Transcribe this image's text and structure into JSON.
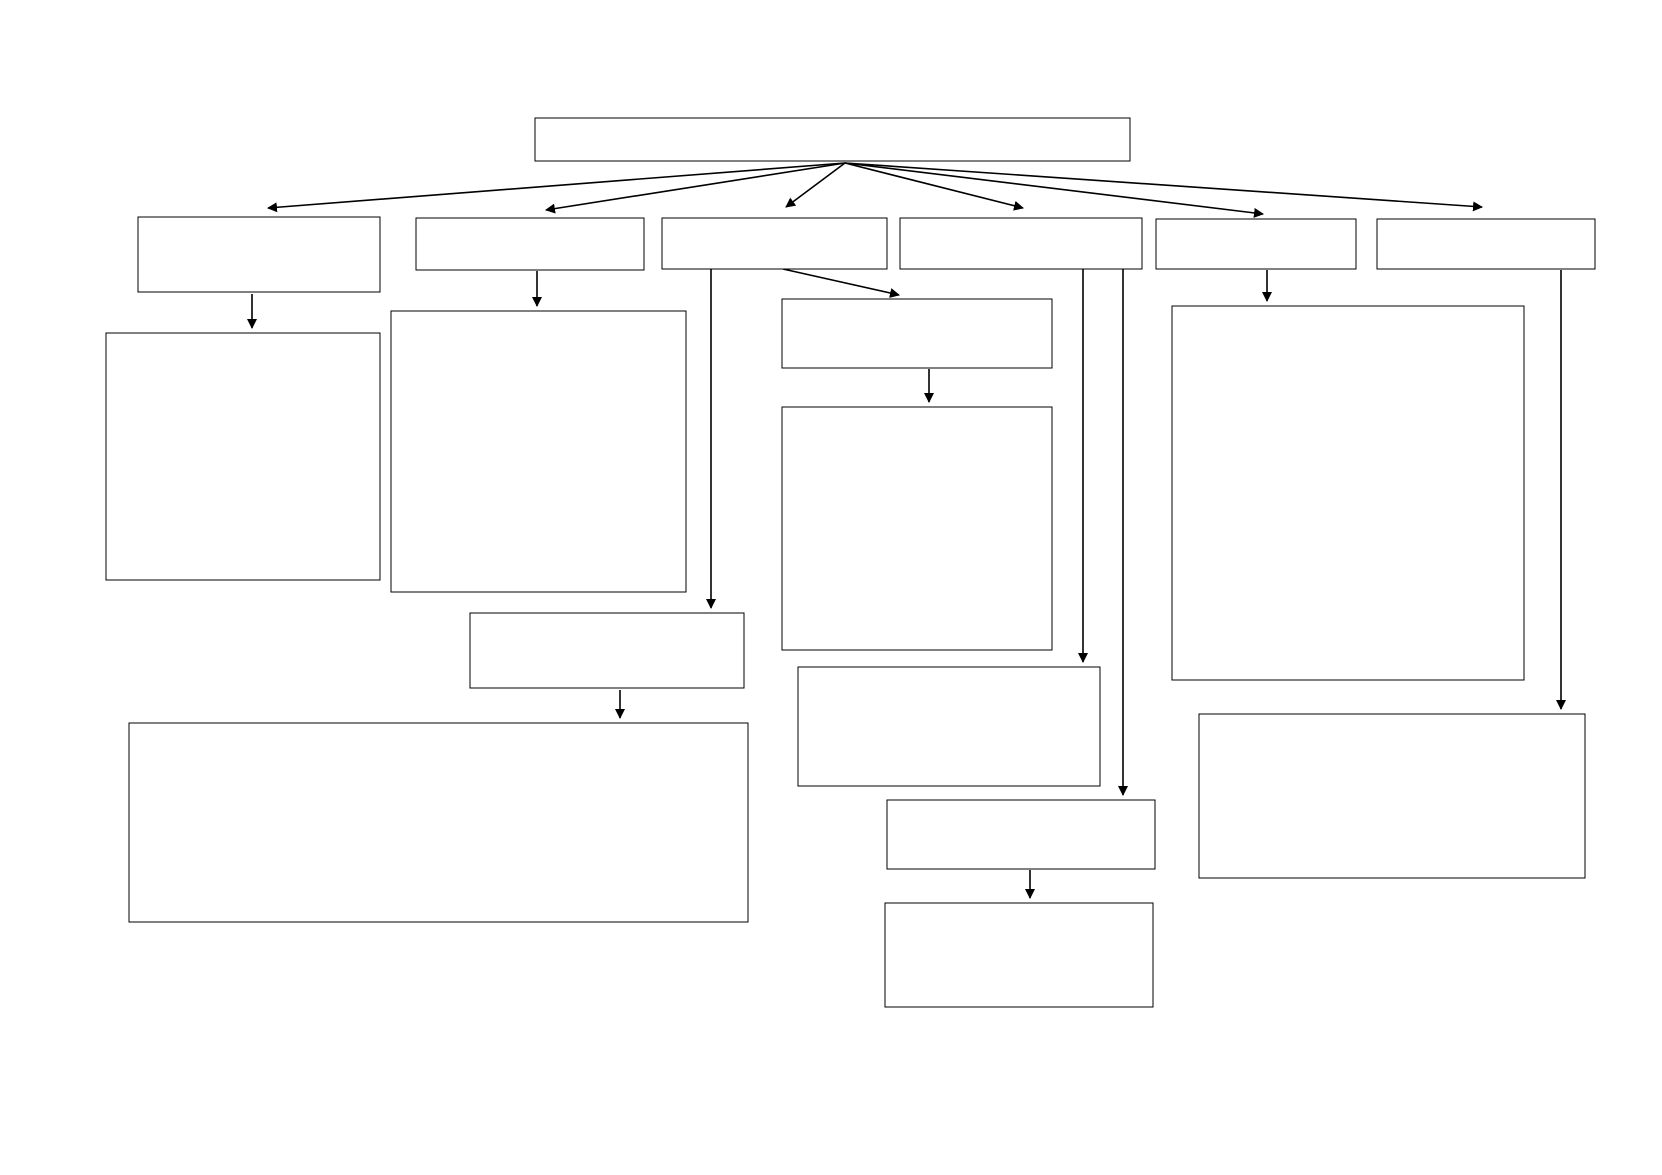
{
  "diagram": {
    "colors": {
      "stroke": "#000000",
      "fill": "#ffffff"
    },
    "nodes": [
      {
        "id": "root",
        "label": ""
      },
      {
        "id": "branch-1",
        "label": ""
      },
      {
        "id": "branch-1-detail",
        "label": ""
      },
      {
        "id": "branch-2",
        "label": ""
      },
      {
        "id": "branch-2-detail",
        "label": ""
      },
      {
        "id": "branch-3",
        "label": ""
      },
      {
        "id": "branch-3-sub",
        "label": ""
      },
      {
        "id": "branch-3-sub-detail",
        "label": ""
      },
      {
        "id": "branch-3-lower",
        "label": ""
      },
      {
        "id": "branch-3-lower-detail",
        "label": ""
      },
      {
        "id": "branch-4",
        "label": ""
      },
      {
        "id": "branch-4-lower-a",
        "label": ""
      },
      {
        "id": "branch-4-lower-b",
        "label": ""
      },
      {
        "id": "branch-4-lower-b-detail",
        "label": ""
      },
      {
        "id": "branch-5",
        "label": ""
      },
      {
        "id": "branch-5-detail",
        "label": ""
      },
      {
        "id": "branch-6",
        "label": ""
      },
      {
        "id": "branch-6-detail",
        "label": ""
      }
    ],
    "edges": [
      {
        "from": "root",
        "to": "branch-1"
      },
      {
        "from": "root",
        "to": "branch-2"
      },
      {
        "from": "root",
        "to": "branch-3"
      },
      {
        "from": "root",
        "to": "branch-4"
      },
      {
        "from": "root",
        "to": "branch-5"
      },
      {
        "from": "root",
        "to": "branch-6"
      },
      {
        "from": "branch-1",
        "to": "branch-1-detail"
      },
      {
        "from": "branch-2",
        "to": "branch-2-detail"
      },
      {
        "from": "branch-3",
        "to": "branch-3-sub"
      },
      {
        "from": "branch-3-sub",
        "to": "branch-3-sub-detail"
      },
      {
        "from": "branch-3",
        "to": "branch-3-lower"
      },
      {
        "from": "branch-3-lower",
        "to": "branch-3-lower-detail"
      },
      {
        "from": "branch-4",
        "to": "branch-4-lower-a"
      },
      {
        "from": "branch-4",
        "to": "branch-4-lower-b"
      },
      {
        "from": "branch-4-lower-b",
        "to": "branch-4-lower-b-detail"
      },
      {
        "from": "branch-5",
        "to": "branch-5-detail"
      },
      {
        "from": "branch-6",
        "to": "branch-6-detail"
      }
    ]
  }
}
